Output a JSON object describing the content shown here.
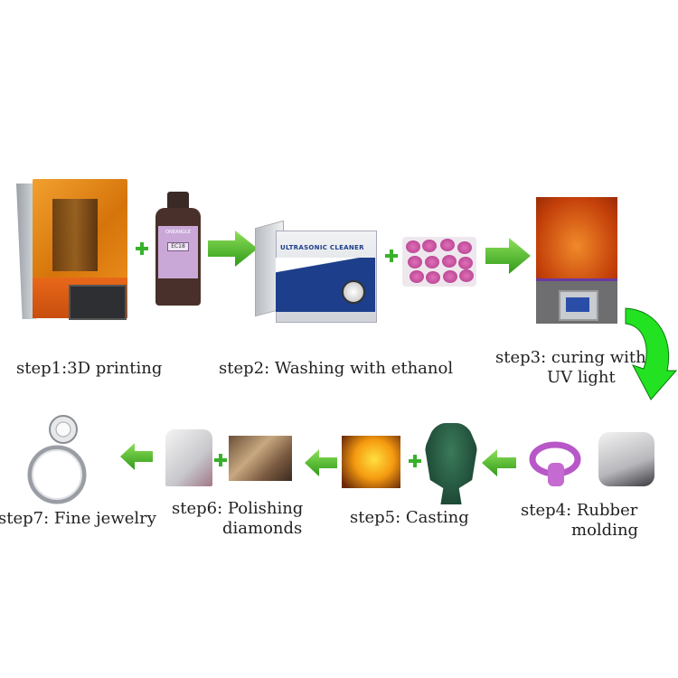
{
  "title": "Jewelry 3D printing casting workflow",
  "steps": [
    {
      "id": 1,
      "label": "step1:3D printing",
      "items": [
        "3d-printer",
        "resin-bottle"
      ]
    },
    {
      "id": 2,
      "label": "step2: Washing with ethanol",
      "items": [
        "ultrasonic-cleaner",
        "printed-models"
      ]
    },
    {
      "id": 3,
      "label_line1": "step3: curing with",
      "label_line2": "UV light",
      "items": [
        "uv-curing-box"
      ]
    },
    {
      "id": 4,
      "label_line1": "step4: Rubber",
      "label_line2": "molding",
      "items": [
        "purple-model",
        "rubber-mold"
      ]
    },
    {
      "id": 5,
      "label": "step5: Casting",
      "items": [
        "molten-metal",
        "wax-tree"
      ]
    },
    {
      "id": 6,
      "label_line1": "step6: Polishing",
      "label_line2": "diamonds",
      "items": [
        "cast-jewelry",
        "polishing-photo"
      ]
    },
    {
      "id": 7,
      "label": "step7: Fine jewelry",
      "items": [
        "diamond-ring"
      ]
    }
  ],
  "product_text": {
    "resin_label": "EC18",
    "resin_brand": "ONEANGLE",
    "cleaner_text": "ULTRASONIC CLEANER"
  },
  "colors": {
    "arrow_green": "#4cc22a",
    "curve_arrow_green": "#22e222",
    "plus_green": "#38b12a",
    "text": "#222222"
  }
}
